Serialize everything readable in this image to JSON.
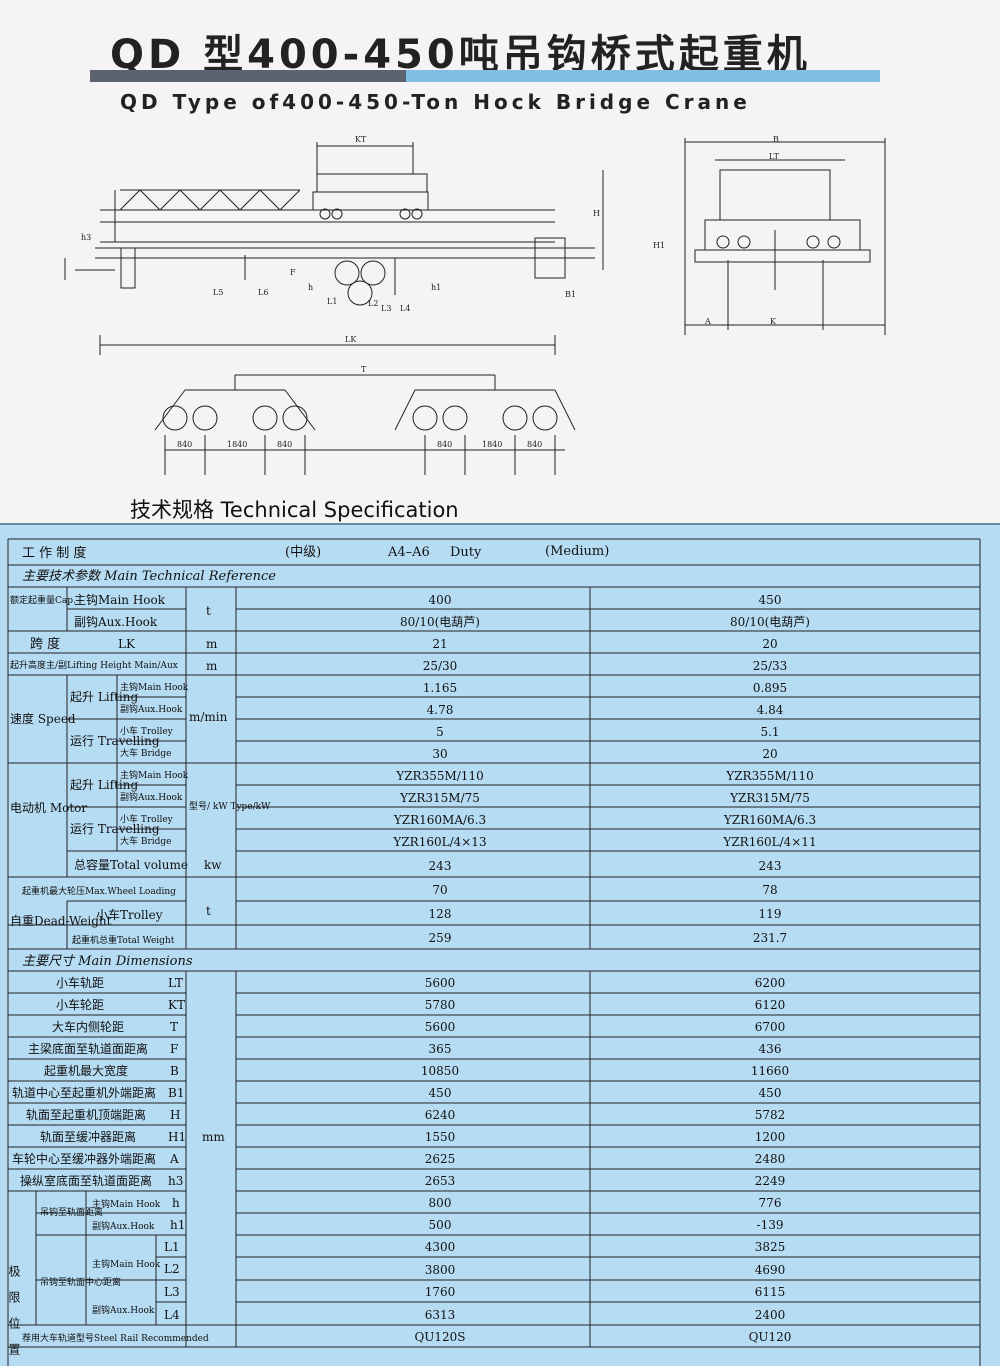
{
  "header": {
    "title_zh": "QD 型400-450吨吊钩桥式起重机",
    "title_en": "QD Type of400-450-Ton Hock Bridge Crane",
    "accent_color": "#7fbfe6",
    "bar_color": "#5b6270"
  },
  "drawing_labels": {
    "kt": "KT",
    "h": "H",
    "h3": "h3",
    "f": "F",
    "h_small": "h",
    "h1": "h1",
    "l1": "L1",
    "l2": "L2",
    "l3": "L3",
    "l4": "L4",
    "l5": "L5",
    "l6": "L6",
    "b1": "B1",
    "lk": "LK",
    "b": "B",
    "lt": "LT",
    "h1_side": "H1",
    "a": "A",
    "k": "K",
    "t": "T",
    "d1": "840",
    "d2": "1840",
    "d3": "840",
    "d4": "840",
    "d5": "1840",
    "d6": "840"
  },
  "spec": {
    "section_title": "技术规格 Technical Specification",
    "duty": {
      "label": "工 作 制 度",
      "zh": "(中级)",
      "value": "A4–A6",
      "value_en": "Duty",
      "medium": "(Medium)"
    },
    "main_ref": "主要技术参数  Main Technical Reference",
    "main_dim": "主要尺寸   Main Dimensions",
    "labels": {
      "cap_group": "额定起重量Cap.",
      "main_hook": "主钩Main Hook",
      "aux_hook": "副钩Aux.Hook",
      "span": "跨 度",
      "span_sym": "LK",
      "lift_height": "起升高度主/副Lifting Height Main/Aux",
      "speed_group": "速度 Speed",
      "lifting": "起升 Lifting",
      "travelling": "运行 Travelling",
      "main_hook_sm": "主钩Main Hook",
      "aux_hook_sm": "副钩Aux.Hook",
      "trolley_sm": "小车 Trolley",
      "bridge_sm": "大车 Bridge",
      "motor_group": "电动机 Motor",
      "total_volume": "总容量Total volume",
      "max_wheel": "起重机最大轮压Max.Wheel Loading",
      "dead_weight": "自重Dead-Weight",
      "trolley": "小车Trolley",
      "total_weight": "起重机总重Total Weight",
      "lt": "小车轨距",
      "lt_sym": "LT",
      "kt": "小车轮距",
      "kt_sym": "KT",
      "t": "大车内侧轮距",
      "t_sym": "T",
      "f": "主梁底面至轨道面距离",
      "f_sym": "F",
      "b": "起重机最大宽度",
      "b_sym": "B",
      "b1": "轨道中心至起重机外端距离",
      "b1_sym": "B1",
      "h": "轨面至起重机顶端距离",
      "h_sym": "H",
      "h1": "轨面至缓冲器距离",
      "h1_sym": "H1",
      "a": "车轮中心至缓冲器外端距离",
      "a_sym": "A",
      "h3": "操纵室底面至轨道面距离",
      "h3_sym": "h3",
      "limit_group": "极限位置",
      "hook_rail": "吊钩至轨面距离",
      "hook_center": "吊钩至轨面中心距离",
      "main_hook_h": "主钩Main Hook",
      "h_sym2": "h",
      "aux_hook_h1": "副钩Aux.Hook",
      "h1_sym2": "h1",
      "main_hook_l": "主钩Main Hook",
      "aux_hook_l": "副钩Aux.Hook",
      "l1_sym": "L1",
      "l2_sym": "L2",
      "l3_sym": "L3",
      "l4_sym": "L4",
      "rail": "荐用大车轨道型号Steel  Rail  Recommended"
    },
    "units": {
      "t": "t",
      "m": "m",
      "mmin": "m/min",
      "type_kw": "型号/ kW Type/kW",
      "kw": "kw",
      "mm": "mm"
    },
    "columns": [
      {
        "cap_main": "400",
        "cap_aux": "80/10(电葫芦)",
        "span": "21",
        "lift_height": "25/30",
        "speed_main": "1.165",
        "speed_aux": "4.78",
        "speed_trolley": "5",
        "speed_bridge": "30",
        "motor_main": "YZR355M/110",
        "motor_aux": "YZR315M/75",
        "motor_trolley": "YZR160MA/6.3",
        "motor_bridge": "YZR160L/4×13",
        "total_volume": "243",
        "max_wheel": "70",
        "trolley_weight": "128",
        "total_weight": "259",
        "lt": "5600",
        "kt": "5780",
        "t": "5600",
        "f": "365",
        "b": "10850",
        "b1": "450",
        "h": "6240",
        "h1": "1550",
        "a": "2625",
        "h3": "2653",
        "hook_h": "800",
        "hook_h1": "500",
        "l1": "4300",
        "l2": "3800",
        "l3": "1760",
        "l4": "6313",
        "rail": "QU120S"
      },
      {
        "cap_main": "450",
        "cap_aux": "80/10(电葫芦)",
        "span": "20",
        "lift_height": "25/33",
        "speed_main": "0.895",
        "speed_aux": "4.84",
        "speed_trolley": "5.1",
        "speed_bridge": "20",
        "motor_main": "YZR355M/110",
        "motor_aux": "YZR315M/75",
        "motor_trolley": "YZR160MA/6.3",
        "motor_bridge": "YZR160L/4×11",
        "total_volume": "243",
        "max_wheel": "78",
        "trolley_weight": "119",
        "total_weight": "231.7",
        "lt": "6200",
        "kt": "6120",
        "t": "6700",
        "f": "436",
        "b": "11660",
        "b1": "450",
        "h": "5782",
        "h1": "1200",
        "a": "2480",
        "h3": "2249",
        "hook_h": "776",
        "hook_h1": "-139",
        "l1": "3825",
        "l2": "4690",
        "l3": "6115",
        "l4": "2400",
        "rail": "QU120"
      }
    ]
  }
}
